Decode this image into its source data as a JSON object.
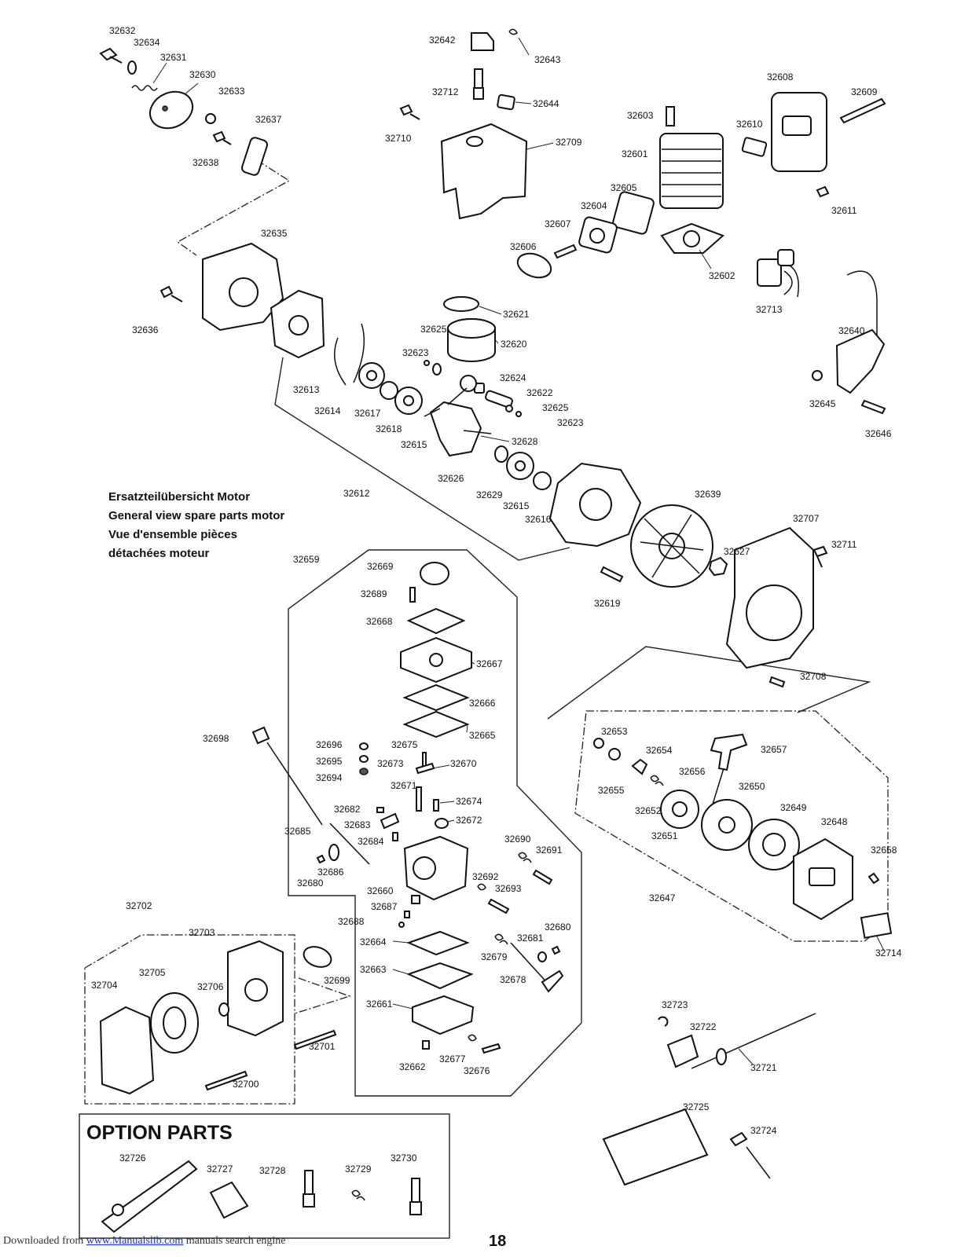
{
  "headings": {
    "line1": "Ersatzteilübersicht Motor",
    "line2": "General view spare parts motor",
    "line3": "Vue d'ensemble pièces",
    "line4": "détachées moteur"
  },
  "option_parts_title": "OPTION  PARTS",
  "page_number": "18",
  "footer": {
    "prefix": "Downloaded from ",
    "link": "www.Manualslib.com",
    "suffix": " manuals search engine"
  },
  "part_labels": {
    "p32632": "32632",
    "p32634": "32634",
    "p32631": "32631",
    "p32630": "32630",
    "p32633": "32633",
    "p32637": "32637",
    "p32638": "32638",
    "p32642": "32642",
    "p32643": "32643",
    "p32712": "32712",
    "p32644": "32644",
    "p32710": "32710",
    "p32709": "32709",
    "p32608": "32608",
    "p32609": "32609",
    "p32603": "32603",
    "p32610": "32610",
    "p32601": "32601",
    "p32611": "32611",
    "p32605": "32605",
    "p32604": "32604",
    "p32607": "32607",
    "p32606": "32606",
    "p32602": "32602",
    "p32713": "32713",
    "p32635": "32635",
    "p32636": "32636",
    "p32621": "32621",
    "p32625a": "32625",
    "p32620": "32620",
    "p32623a": "32623",
    "p32624": "32624",
    "p32622": "32622",
    "p32625b": "32625",
    "p32623b": "32623",
    "p32640": "32640",
    "p32645": "32645",
    "p32646": "32646",
    "p32613": "32613",
    "p32614": "32614",
    "p32617": "32617",
    "p32618": "32618",
    "p32615a": "32615",
    "p32628": "32628",
    "p32626": "32626",
    "p32629": "32629",
    "p32615b": "32615",
    "p32616": "32616",
    "p32612": "32612",
    "p32639": "32639",
    "p32707": "32707",
    "p32711": "32711",
    "p32627": "32627",
    "p32619": "32619",
    "p32708": "32708",
    "p32659": "32659",
    "p32669": "32669",
    "p32689": "32689",
    "p32668": "32668",
    "p32667": "32667",
    "p32666": "32666",
    "p32665": "32665",
    "p32698": "32698",
    "p32696": "32696",
    "p32675": "32675",
    "p32695": "32695",
    "p32673": "32673",
    "p32670": "32670",
    "p32694": "32694",
    "p32671": "32671",
    "p32674": "32674",
    "p32682": "32682",
    "p32683": "32683",
    "p32672": "32672",
    "p32685": "32685",
    "p32684": "32684",
    "p32686": "32686",
    "p32680a": "32680",
    "p32690": "32690",
    "p32691": "32691",
    "p32692": "32692",
    "p32693": "32693",
    "p32660": "32660",
    "p32687": "32687",
    "p32688": "32688",
    "p32653": "32653",
    "p32657": "32657",
    "p32654": "32654",
    "p32656": "32656",
    "p32655": "32655",
    "p32650": "32650",
    "p32652": "32652",
    "p32649": "32649",
    "p32648": "32648",
    "p32651": "32651",
    "p32658": "32658",
    "p32647": "32647",
    "p32714": "32714",
    "p32702": "32702",
    "p32703": "32703",
    "p32699": "32699",
    "p32705": "32705",
    "p32704": "32704",
    "p32706": "32706",
    "p32701": "32701",
    "p32700": "32700",
    "p32664": "32664",
    "p32681": "32681",
    "p32680b": "32680",
    "p32679": "32679",
    "p32663": "32663",
    "p32678": "32678",
    "p32661": "32661",
    "p32662": "32662",
    "p32677": "32677",
    "p32676": "32676",
    "p32723": "32723",
    "p32722": "32722",
    "p32721": "32721",
    "p32725": "32725",
    "p32724": "32724",
    "p32726": "32726",
    "p32727": "32727",
    "p32728": "32728",
    "p32729": "32729",
    "p32730": "32730"
  }
}
